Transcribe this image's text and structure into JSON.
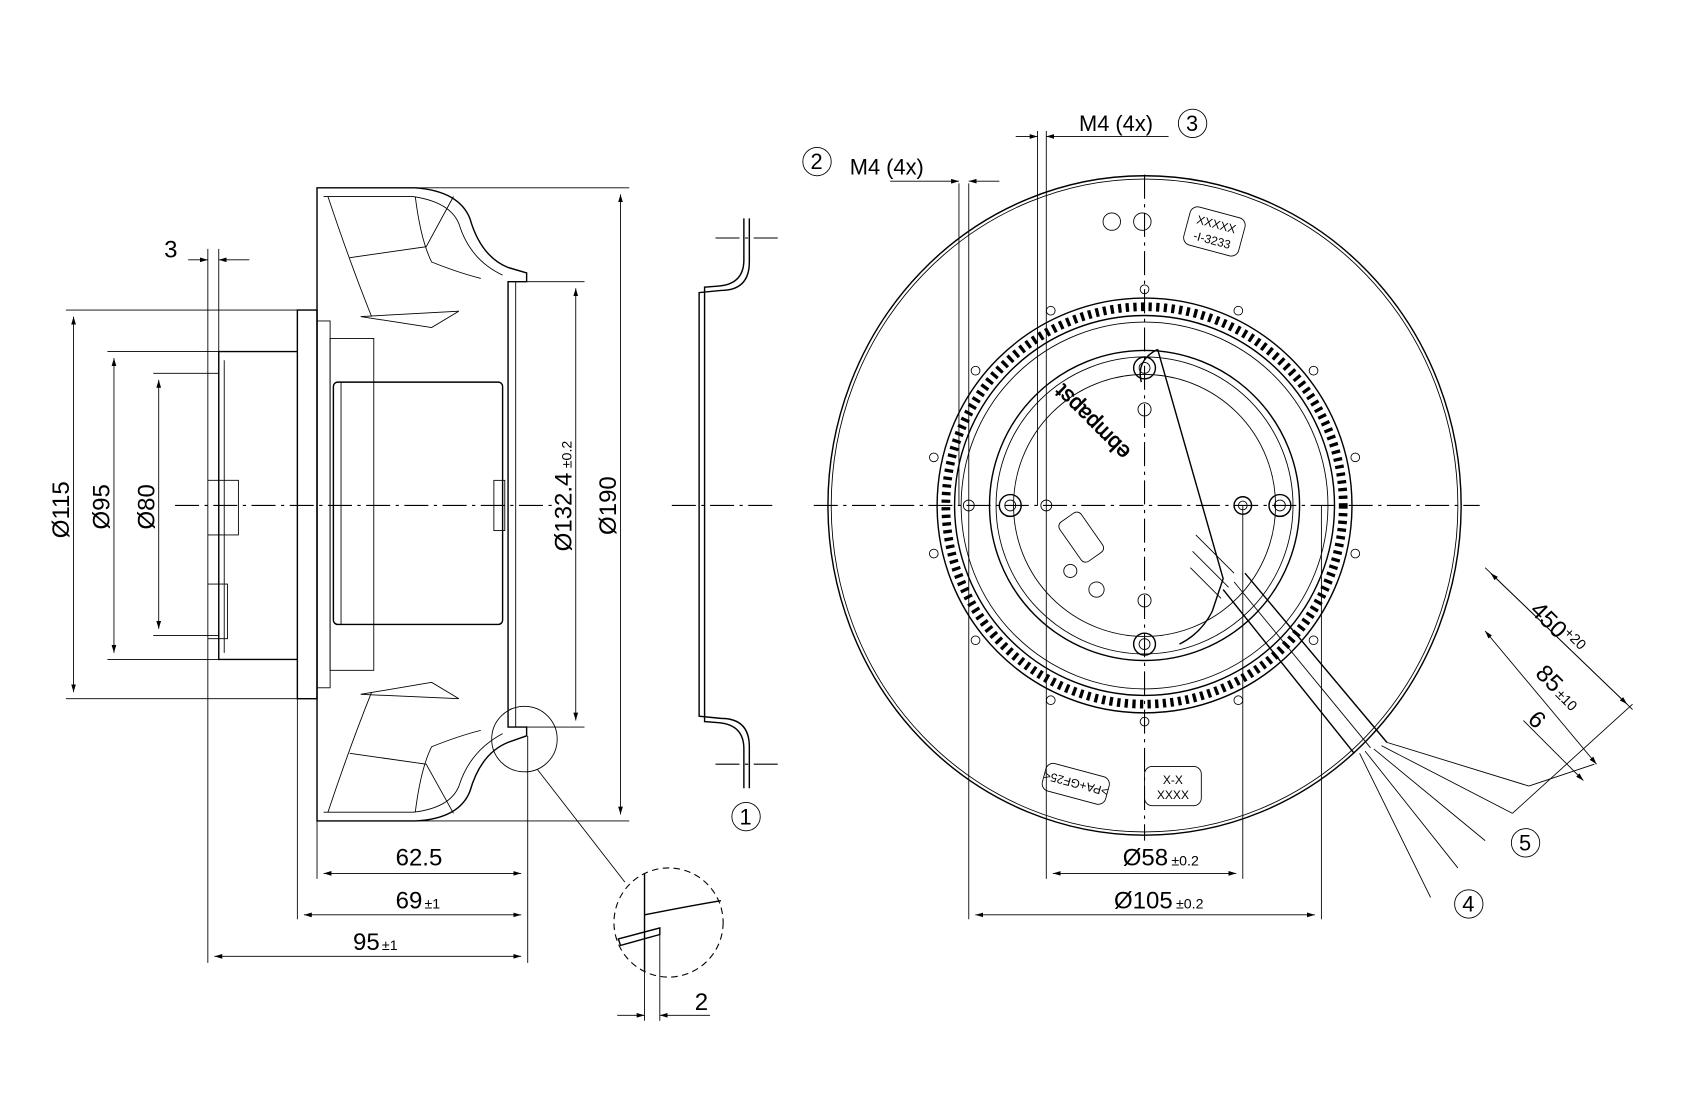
{
  "side_view": {
    "dim_3": "3",
    "dia_115": "Ø115",
    "dia_95": "Ø95",
    "dia_80": "Ø80",
    "dia_132": "Ø132.4",
    "dia_132_tol": "±0.2",
    "dia_190": "Ø190",
    "len_62": "62.5",
    "len_69": "69",
    "len_69_tol": "±1",
    "len_95": "95",
    "len_95_tol": "±1",
    "detail_gap": "2"
  },
  "callouts": {
    "c1": "1",
    "c2": "2",
    "c3": "3",
    "c4": "4",
    "c5": "5"
  },
  "front_view": {
    "thread_2": "M4 (4x)",
    "thread_3": "M4 (4x)",
    "dia_58": "Ø58",
    "dia_58_tol": "±0.2",
    "dia_105": "Ø105",
    "dia_105_tol": "±0.2",
    "cable_450": "450",
    "cable_450_tol": "+20",
    "cable_85": "85",
    "cable_85_tol": "±10",
    "cable_6": "6",
    "logo": "ebmpapst",
    "label_top_line1": "XXXXX",
    "label_top_line2": "-I-3233",
    "label_bottom_line1": "X-X",
    "label_bottom_line2": "XXXX",
    "label_material": ">PA+GF25<"
  }
}
